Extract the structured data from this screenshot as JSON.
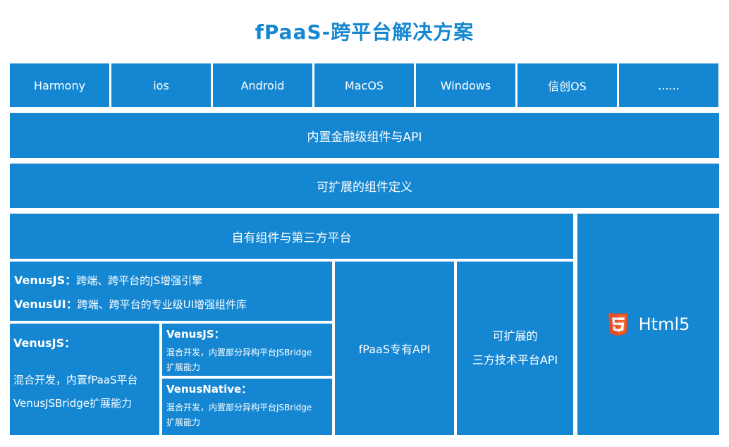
{
  "title": "fPaaS-跨平台解决方案",
  "colors": {
    "box_blue": "#1587d2",
    "title_blue": "#1587d2",
    "html5_orange": "#e34f26",
    "text_white": "#ffffff"
  },
  "platform_row": {
    "items": [
      {
        "label": "Harmony"
      },
      {
        "label": "ios"
      },
      {
        "label": "Android"
      },
      {
        "label": "MacOS"
      },
      {
        "label": "Windows"
      },
      {
        "label": "信创OS"
      },
      {
        "label": "......"
      }
    ]
  },
  "layers": {
    "builtin_components": "内置金融级组件与API",
    "extensible_components": "可扩展的组件定义"
  },
  "bottom": {
    "own_components_header": "自有组件与第三方平台",
    "venus_engines": {
      "venusjs_label": "VenusJS：",
      "venusjs_desc": "跨端、跨平台的JS增强引擎",
      "venusui_label": "VenusUI：",
      "venusui_desc": "跨端、跨平台的专业级UI增强组件库"
    },
    "venusjs_hybrid": {
      "label": "VenusJS：",
      "desc_line1": "混合开发，内置fPaaS平台",
      "desc_line2": "VenusJSBridge扩展能力"
    },
    "venusjs_bridge": {
      "label": "VenusJS：",
      "desc_line1": "混合开发，内置部分异构平台JSBridge",
      "desc_line2": "扩展能力"
    },
    "venusnative_bridge": {
      "label": "VenusNative：",
      "desc_line1": "混合开发，内置部分异构平台JSBridge",
      "desc_line2": "扩展能力"
    },
    "fpaas_api": "fPaaS专有API",
    "third_party_api": {
      "line1": "可扩展的",
      "line2": "三方技术平台API"
    },
    "html5": {
      "label": "Html5"
    }
  }
}
